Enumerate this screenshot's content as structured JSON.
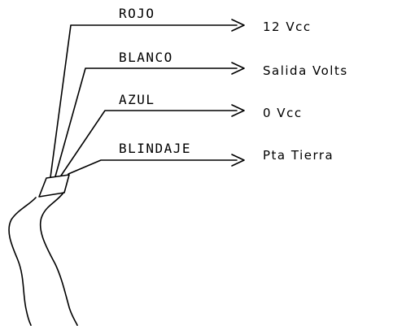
{
  "wires": [
    {
      "label": "ROJO",
      "destination": "12 Vcc"
    },
    {
      "label": "BLANCO",
      "destination": "Salida Volts"
    },
    {
      "label": "AZUL",
      "destination": "0 Vcc"
    },
    {
      "label": "BLINDAJE",
      "destination": "Pta Tierra"
    }
  ]
}
